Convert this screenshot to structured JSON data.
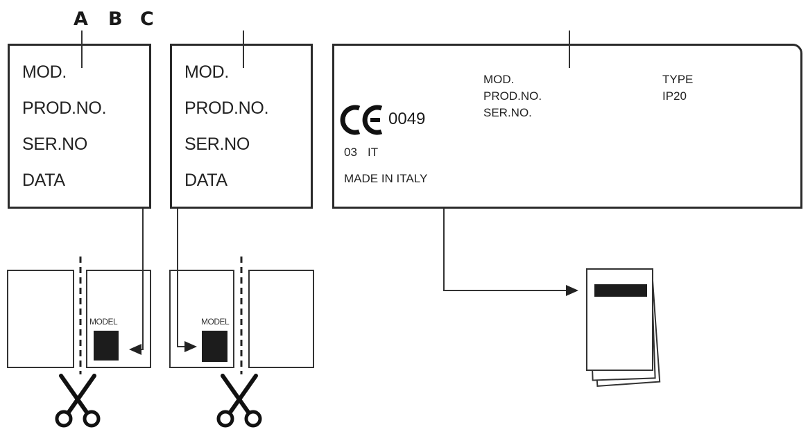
{
  "labels": {
    "a": "A",
    "b": "B",
    "c": "C"
  },
  "label_left": {
    "fields": [
      "MOD.",
      "PROD.NO.",
      "SER.NO",
      "DATA"
    ]
  },
  "label_middle": {
    "fields": [
      "MOD.",
      "PROD.NO.",
      "SER.NO",
      "DATA"
    ]
  },
  "label_right": {
    "ce_number": "0049",
    "ce_mark": "CE",
    "code": "03",
    "country": "IT",
    "origin": "MADE IN ITALY",
    "fields": [
      "MOD.",
      "PROD.NO.",
      "SER.NO."
    ],
    "type_label": "TYPE",
    "ip_rating": "IP20"
  },
  "cards": {
    "model_left": "MODEL",
    "model_right": "MODEL"
  },
  "icons": [
    "scissors-icon",
    "scissors-icon",
    "manual-icon",
    "ce-mark-icon"
  ]
}
